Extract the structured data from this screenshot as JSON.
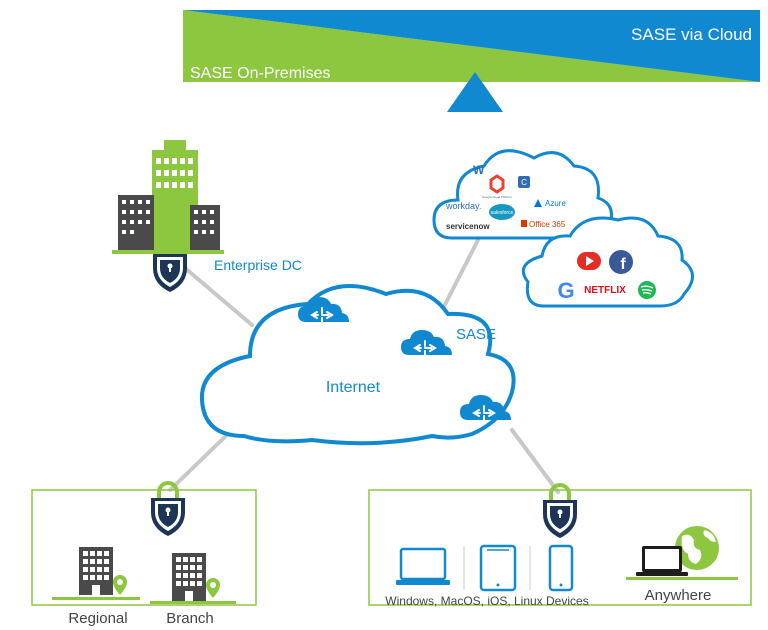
{
  "banner": {
    "cloud_label": "SASE via Cloud",
    "onprem_label": "SASE On-Premises"
  },
  "labels": {
    "enterprise_dc": "Enterprise DC",
    "sase": "SASE",
    "internet": "Internet",
    "regional": "Regional",
    "branch": "Branch",
    "devices": "Windows, MacOS, iOS, Linux Devices",
    "anywhere": "Anywhere"
  },
  "saas_apps": {
    "workday": "workday.",
    "salesforce": "salesforce",
    "azure": "Azure",
    "servicenow": "servicenow",
    "office365": "Office 365",
    "google_cloud": "Google Cloud Platform"
  },
  "consumer_apps": {
    "netflix": "NETFLIX",
    "google": "G"
  },
  "colors": {
    "brand_blue": "#1089d1",
    "brand_green": "#8dc63f",
    "dark_navy": "#1d3557",
    "building_gray": "#4a4a4a",
    "link_gray": "#c8c8c8"
  }
}
